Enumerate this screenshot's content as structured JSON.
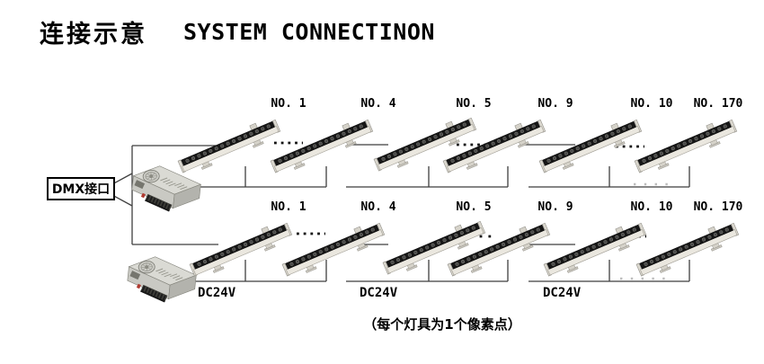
{
  "title": {
    "zh": "连接示意",
    "en": "SYSTEM CONNECTINON"
  },
  "dmx_label": "DMX接口",
  "rows": [
    {
      "name": "top",
      "fixture_labels": [
        "NO. 1",
        "NO. 4",
        "NO. 5",
        "NO. 9",
        "NO. 10",
        "NO. 170"
      ]
    },
    {
      "name": "bottom",
      "fixture_labels": [
        "NO. 1",
        "NO. 4",
        "NO. 5",
        "NO. 9",
        "NO. 10",
        "NO. 170"
      ]
    }
  ],
  "dc_labels": [
    "DC24V",
    "DC24V",
    "DC24V"
  ],
  "caption": "（每个灯具为1个像素点）",
  "colors": {
    "background": "#ffffff",
    "line": "#3f3f3f",
    "text": "#000000",
    "led_face": "#161616",
    "bar_body": "#eae7df",
    "psu_top": "#dadad4"
  }
}
